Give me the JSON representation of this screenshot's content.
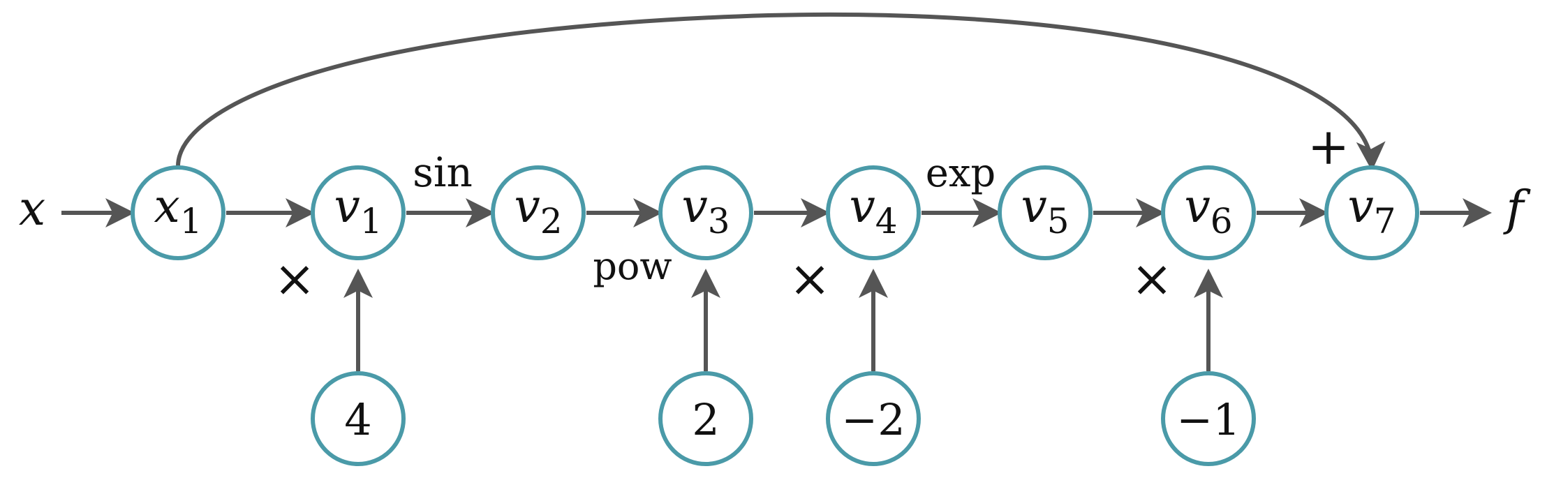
{
  "input_label": "x",
  "output_label": "f",
  "nodes": {
    "x1": {
      "base": "x",
      "sub": "1"
    },
    "v1": {
      "base": "v",
      "sub": "1"
    },
    "v2": {
      "base": "v",
      "sub": "2"
    },
    "v3": {
      "base": "v",
      "sub": "3"
    },
    "v4": {
      "base": "v",
      "sub": "4"
    },
    "v5": {
      "base": "v",
      "sub": "5"
    },
    "v6": {
      "base": "v",
      "sub": "6"
    },
    "v7": {
      "base": "v",
      "sub": "7"
    }
  },
  "constants": {
    "c4": "4",
    "c2": "2",
    "cm2": "−2",
    "cm1": "−1"
  },
  "operations": {
    "mul1": "×",
    "sin": "sin",
    "pow": "pow",
    "mul2": "×",
    "exp": "exp",
    "mul3": "×",
    "plus": "+"
  },
  "colors": {
    "node_stroke": "#4a9aa8",
    "edge": "#555555"
  }
}
